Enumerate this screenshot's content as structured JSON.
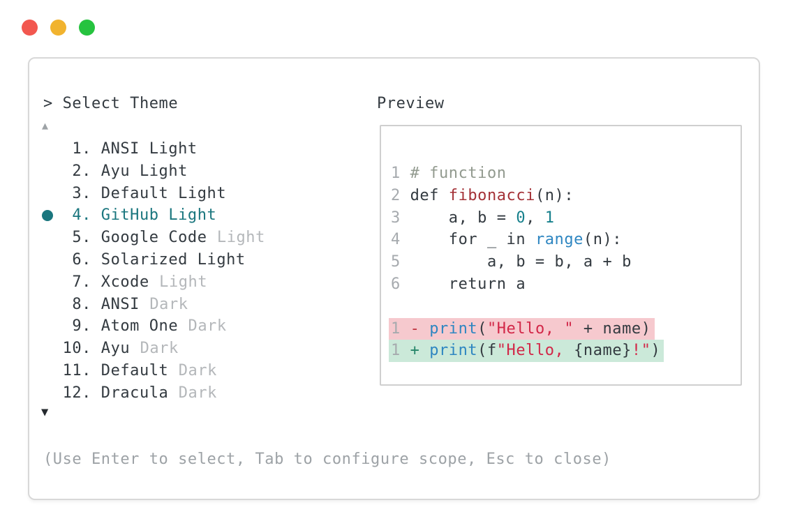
{
  "header": {
    "prompt_symbol": ">",
    "title": "Select Theme",
    "preview_label": "Preview"
  },
  "icons": {
    "scroll_up": "▲",
    "scroll_down": "▼"
  },
  "theme_list": {
    "items": [
      {
        "num": "1",
        "name": "ANSI Light",
        "variant": "",
        "selected": false
      },
      {
        "num": "2",
        "name": "Ayu Light",
        "variant": "",
        "selected": false
      },
      {
        "num": "3",
        "name": "Default Light",
        "variant": "",
        "selected": false
      },
      {
        "num": "4",
        "name": "GitHub Light",
        "variant": "",
        "selected": true
      },
      {
        "num": "5",
        "name": "Google Code",
        "variant": "Light",
        "selected": false
      },
      {
        "num": "6",
        "name": "Solarized Light",
        "variant": "",
        "selected": false
      },
      {
        "num": "7",
        "name": "Xcode",
        "variant": "Light",
        "selected": false
      },
      {
        "num": "8",
        "name": "ANSI",
        "variant": "Dark",
        "selected": false
      },
      {
        "num": "9",
        "name": "Atom One",
        "variant": "Dark",
        "selected": false
      },
      {
        "num": "10",
        "name": "Ayu",
        "variant": "Dark",
        "selected": false
      },
      {
        "num": "11",
        "name": "Default",
        "variant": "Dark",
        "selected": false
      },
      {
        "num": "12",
        "name": "Dracula",
        "variant": "Dark",
        "selected": false
      }
    ]
  },
  "preview": {
    "code_lines": [
      {
        "no": "1",
        "tokens": [
          {
            "t": "# function",
            "c": "comment"
          }
        ]
      },
      {
        "no": "2",
        "tokens": [
          {
            "t": "def ",
            "c": "plain"
          },
          {
            "t": "fibonacci",
            "c": "function"
          },
          {
            "t": "(n):",
            "c": "plain"
          }
        ]
      },
      {
        "no": "3",
        "tokens": [
          {
            "t": "    a, b = ",
            "c": "plain"
          },
          {
            "t": "0",
            "c": "number"
          },
          {
            "t": ", ",
            "c": "plain"
          },
          {
            "t": "1",
            "c": "number"
          }
        ]
      },
      {
        "no": "4",
        "tokens": [
          {
            "t": "    for _ in ",
            "c": "plain"
          },
          {
            "t": "range",
            "c": "builtin"
          },
          {
            "t": "(n):",
            "c": "plain"
          }
        ]
      },
      {
        "no": "5",
        "tokens": [
          {
            "t": "        a, b = b, a + b",
            "c": "plain"
          }
        ]
      },
      {
        "no": "6",
        "tokens": [
          {
            "t": "    return a",
            "c": "plain"
          }
        ]
      }
    ],
    "diff_lines": [
      {
        "no": "1",
        "sign": "-",
        "kind": "removed",
        "tokens": [
          {
            "t": "print",
            "c": "builtin"
          },
          {
            "t": "(",
            "c": "plain"
          },
          {
            "t": "\"Hello, \"",
            "c": "string"
          },
          {
            "t": " + name)",
            "c": "plain"
          }
        ]
      },
      {
        "no": "1",
        "sign": "+",
        "kind": "added",
        "tokens": [
          {
            "t": "print",
            "c": "builtin"
          },
          {
            "t": "(f",
            "c": "plain"
          },
          {
            "t": "\"Hello, ",
            "c": "string"
          },
          {
            "t": "{name}",
            "c": "plain"
          },
          {
            "t": "!\"",
            "c": "string"
          },
          {
            "t": ")",
            "c": "plain"
          }
        ]
      }
    ]
  },
  "footer": {
    "hint": "(Use Enter to select, Tab to configure scope, Esc to close)"
  },
  "colors": {
    "accent_teal": "#1a767e",
    "text": "#333a40",
    "muted": "#b4b7ba",
    "hint": "#9da2a6",
    "lineno": "#a6aaae",
    "comment": "#929a8f",
    "function_red": "#a43137",
    "string_red": "#d22748",
    "number_teal": "#16808c",
    "builtin_blue": "#2e86c1",
    "diff_removed_bg": "#f6c9ce",
    "diff_added_bg": "#cbe9d9",
    "diff_minus": "#c0333f",
    "diff_plus": "#258569",
    "traffic_red": "#f2574f",
    "traffic_yellow": "#f1b32f",
    "traffic_green": "#26c33f",
    "window_border": "#d8d8d8",
    "preview_border": "#cfcfcf"
  }
}
